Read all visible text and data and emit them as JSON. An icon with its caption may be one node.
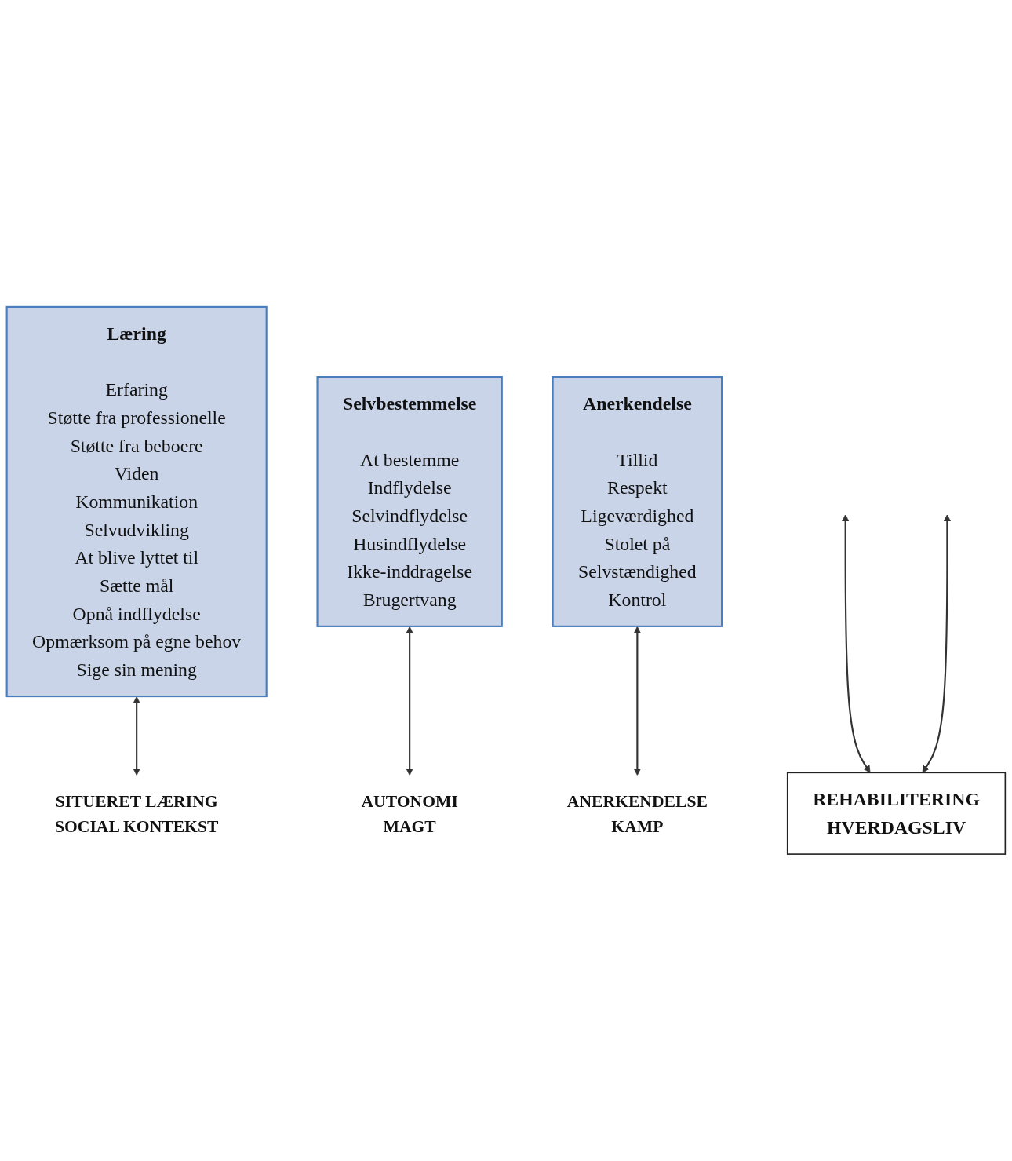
{
  "diagram": {
    "nodes": [
      {
        "text": [
          "Læring",
          "Erfaring",
          "Støtte fra professionelle",
          "Støtte fra beboere",
          "Viden",
          "Kommunikation",
          "Selvudvikling",
          "At blive lyttet til",
          "Sætte mål",
          "Opnå indflydelse",
          "Opmærksom på egne behov",
          "Sige sin mening"
        ]
      },
      {
        "text": [
          "Selvbestemmelse",
          "At bestemme",
          "Indflydelse",
          "Selvindflydelse",
          "Husindflydelse",
          "Ikke-inddragelse",
          "Brugertvang"
        ]
      },
      {
        "text": [
          "Anerkendelse",
          "Tillid",
          "Respekt",
          "Ligeværdighed",
          "Stolet på",
          "Selvstændighed",
          "Kontrol"
        ]
      },
      {
        "text": [
          "SITUERET LÆRING",
          "SOCIAL KONTEKST"
        ]
      },
      {
        "text": [
          "AUTONOMI",
          "MAGT"
        ]
      },
      {
        "text": [
          "ANERKENDELSE",
          "KAMP"
        ]
      },
      {
        "text": [
          "REHABILITERING",
          "HVERDAGSLIV"
        ]
      }
    ],
    "edges": [
      {
        "from": 0,
        "to": 3,
        "arrow": "both"
      },
      {
        "from": 1,
        "to": 4,
        "arrow": "both"
      },
      {
        "from": 2,
        "to": 5,
        "arrow": "both"
      },
      {
        "from": null,
        "to": 6,
        "arrow": "both"
      },
      {
        "from": null,
        "to": 6,
        "arrow": "both"
      }
    ]
  }
}
